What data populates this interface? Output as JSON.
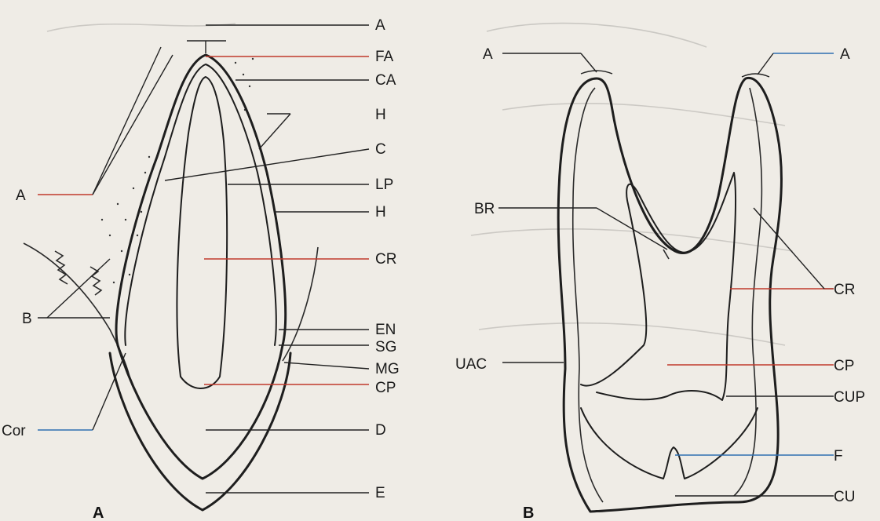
{
  "figure_a": {
    "caption": "A",
    "labels_right": [
      "A",
      "FA",
      "CA",
      "H",
      "C",
      "LP",
      "H",
      "CR",
      "EN",
      "SG",
      "MG",
      "CP",
      "D",
      "E"
    ],
    "labels_left": [
      "A",
      "B",
      "Cor"
    ]
  },
  "figure_b": {
    "caption": "B",
    "labels_left": [
      "A",
      "BR",
      "UAC"
    ],
    "labels_right": [
      "A",
      "CR",
      "CP",
      "CUP",
      "F",
      "CU"
    ]
  },
  "colors": {
    "background": "#efece6",
    "line": "#1e1e1e",
    "accent_red": "#c0392b",
    "accent_blue": "#2e6fb0"
  }
}
